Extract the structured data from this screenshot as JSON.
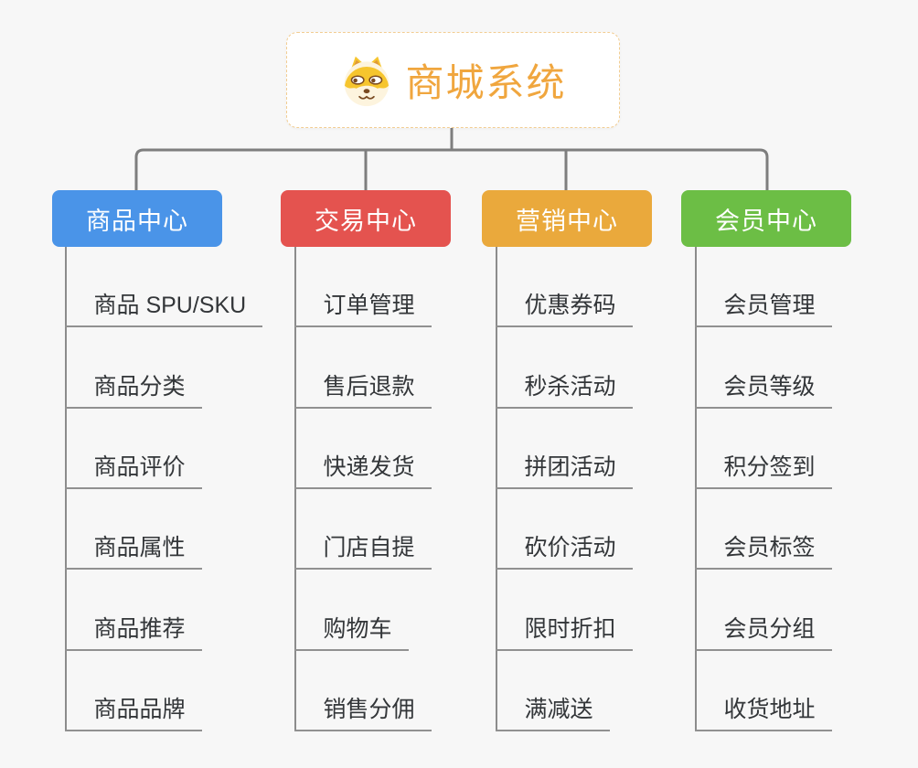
{
  "root": {
    "title": "商城系统",
    "icon": "dog-face-icon",
    "title_color": "#f0a63e",
    "border_color": "#f2cd92"
  },
  "colors": {
    "background": "#f7f7f7",
    "connector": "#7e7e7e",
    "leaf_text": "#333639",
    "leaf_line": "#919191"
  },
  "branches": [
    {
      "label": "商品中心",
      "color": "#4a94e8",
      "items": [
        "商品 SPU/SKU",
        "商品分类",
        "商品评价",
        "商品属性",
        "商品推荐",
        "商品品牌"
      ]
    },
    {
      "label": "交易中心",
      "color": "#e4534f",
      "items": [
        "订单管理",
        "售后退款",
        "快递发货",
        "门店自提",
        "购物车",
        "销售分佣"
      ]
    },
    {
      "label": "营销中心",
      "color": "#eaa93c",
      "items": [
        "优惠券码",
        "秒杀活动",
        "拼团活动",
        "砍价活动",
        "限时折扣",
        "满减送"
      ]
    },
    {
      "label": "会员中心",
      "color": "#6cbe45",
      "items": [
        "会员管理",
        "会员等级",
        "积分签到",
        "会员标签",
        "会员分组",
        "收货地址"
      ]
    }
  ]
}
